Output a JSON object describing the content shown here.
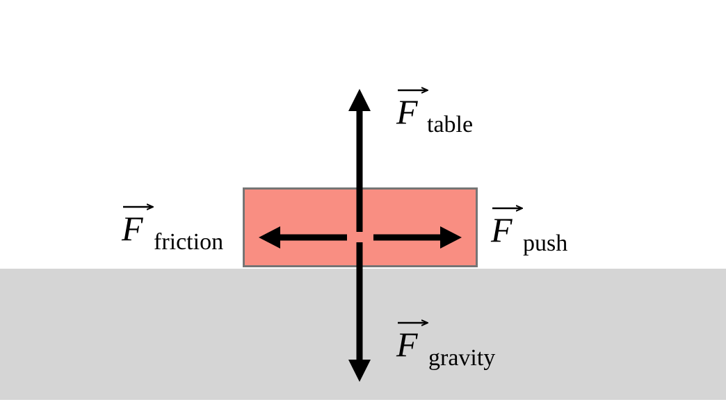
{
  "diagram": {
    "title": "Free body diagram of block on table",
    "colors": {
      "background": "#ffffff",
      "ground": "#d5d5d5",
      "block_fill": "#f98e82",
      "block_stroke": "#757575",
      "arrow": "#000000"
    },
    "forces": {
      "table": {
        "symbol": "F",
        "subscript": "table",
        "direction": "up"
      },
      "gravity": {
        "symbol": "F",
        "subscript": "gravity",
        "direction": "down"
      },
      "friction": {
        "symbol": "F",
        "subscript": "friction",
        "direction": "left"
      },
      "push": {
        "symbol": "F",
        "subscript": "push",
        "direction": "right"
      }
    }
  }
}
